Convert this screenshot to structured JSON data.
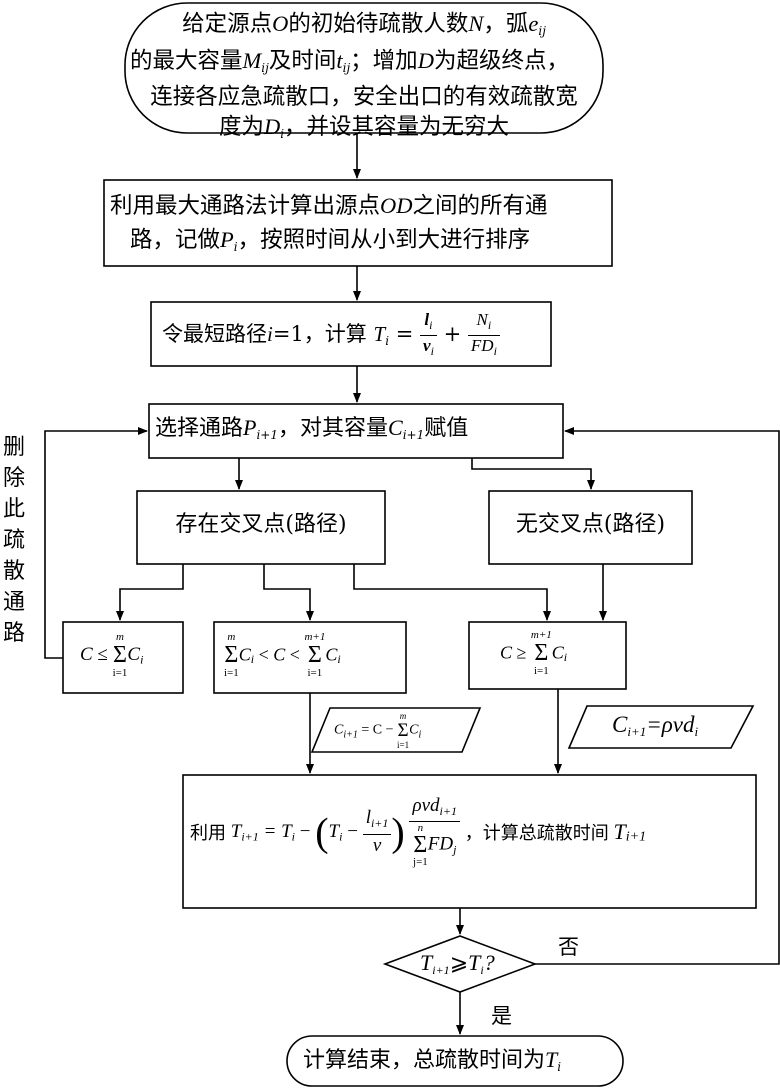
{
  "start": {
    "line1_a": "给定源点",
    "line1_O": "O",
    "line1_b": "的初始待疏散人数",
    "line1_N": "N",
    "line1_c": "，弧",
    "line1_e": "e",
    "line1_esub": "ij",
    "line2_a": "的最大容量",
    "line2_M": "M",
    "line2_Msub": "ij",
    "line2_b": "及时间",
    "line2_t": "t",
    "line2_tsub": "ij",
    "line2_c": "；增加",
    "line2_D": "D",
    "line2_d": "为超级终点，",
    "line3": "连接各应急疏散口，安全出口的有效疏散宽",
    "line4_a": "度为",
    "line4_D": "D",
    "line4_Dsub": "i",
    "line4_b": "，并设其容量为无穷大"
  },
  "step1": {
    "line1_a": "利用最大通路法计算出源点",
    "line1_OD": "OD",
    "line1_b": "之间的所有通",
    "line2_a": "路，记做",
    "line2_P": "P",
    "line2_Psub": "i",
    "line2_b": "，按照时间从小到大进行排序"
  },
  "step2": {
    "a": "令最短路径",
    "i": "i",
    "b": "=1，计算",
    "T": "T",
    "Tsub": "i",
    "eq": "=",
    "num1": "l",
    "num1sub": "i",
    "den1": "v",
    "den1sub": "i",
    "plus": "+",
    "num2": "N",
    "num2sub": "i",
    "den2": "FD",
    "den2sub": "i"
  },
  "step3": {
    "a": "选择通路",
    "P": "P",
    "Psub": "i+1",
    "b": "，对其容量",
    "C": "C",
    "Csub": "i+1",
    "c": "赋值"
  },
  "branch_yes": "存在交叉点(路径)",
  "branch_no": "无交叉点(路径)",
  "left_loop_label": [
    "删",
    "除",
    "此",
    "疏",
    "散",
    "通",
    "路"
  ],
  "case1": {
    "C": "C",
    "rel": "≤",
    "sum": "Σ",
    "top": "m",
    "bot": "i=1",
    "Ci": "C",
    "Cisub": "i"
  },
  "case2": {
    "sum1": "Σ",
    "top1": "m",
    "bot1": "i=1",
    "Ci1": "C",
    "Ci1sub": "i",
    "rel1": "<",
    "C": "C",
    "rel2": "<",
    "sum2": "Σ",
    "top2": "m+1",
    "bot2": "i=1",
    "Ci2": "C",
    "Ci2sub": "i"
  },
  "case3": {
    "C": "C",
    "rel": "≥",
    "sum": "Σ",
    "top": "m+1",
    "bot": "i=1",
    "Ci": "C",
    "Cisub": "i"
  },
  "assign1": {
    "C": "C",
    "Csub": "i+1",
    "eq": "= C −",
    "sum": "Σ",
    "top": "m",
    "bot": "i=1",
    "Ci": "C",
    "Cisub": "i"
  },
  "assign2": {
    "C": "C",
    "Csub": "i+1",
    "eq": "=ρvd",
    "dsub": "i"
  },
  "compute": {
    "a": "利用",
    "T": "T",
    "Tsub": "i+1",
    "eq": "= T",
    "eqsub": "i",
    "minus": "−",
    "T2": "T",
    "T2sub": "i",
    "minus2": "−",
    "num": "l",
    "numsub": "i+1",
    "den": "v",
    "num2": "ρvd",
    "num2sub": "i+1",
    "sum": "Σ",
    "top": "n",
    "bot": "j=1",
    "FD": "FD",
    "FDsub": "j",
    "b": "，计算总疏散时间",
    "T3": "T",
    "T3sub": "i+1"
  },
  "decision": {
    "T": "T",
    "Tsub": "i+1",
    "rel": "⩾",
    "T2": "T",
    "T2sub": "i",
    "q": "?"
  },
  "label_no": "否",
  "label_yes": "是",
  "end": {
    "a": "计算结束，总疏散时间为",
    "T": "T",
    "Tsub": "i"
  }
}
